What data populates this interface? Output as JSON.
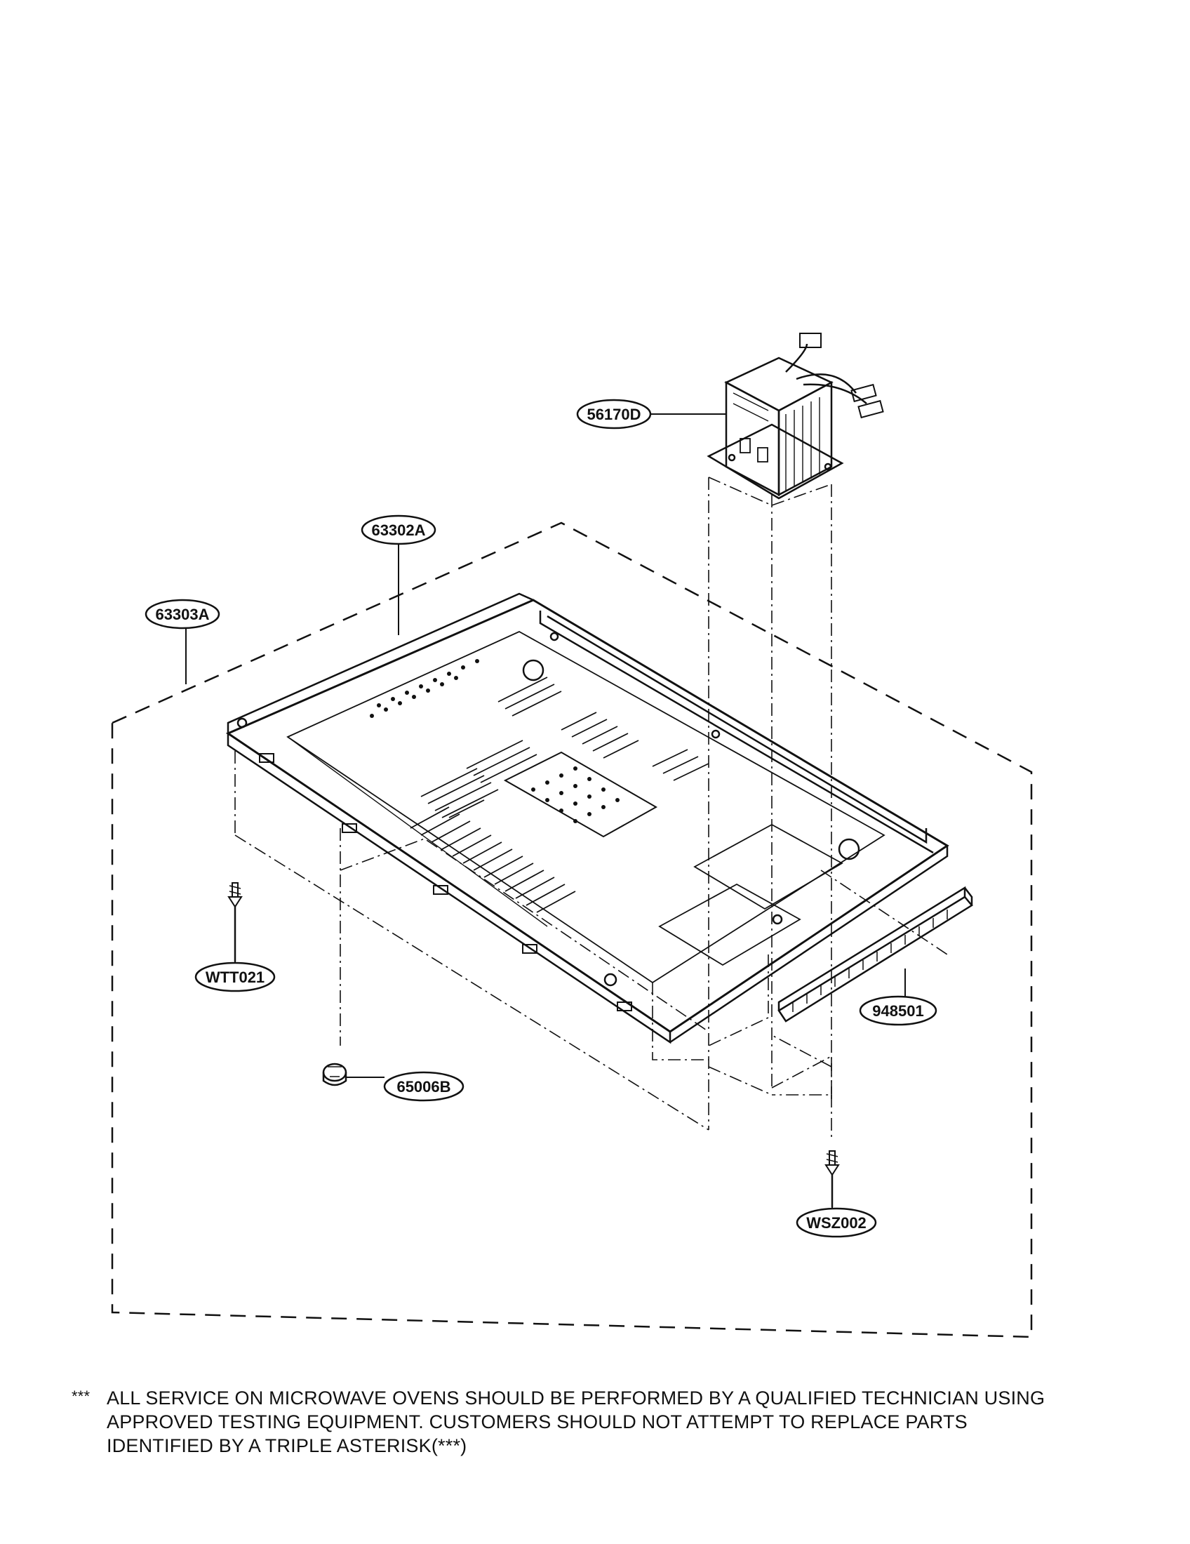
{
  "diagram": {
    "part_labels": [
      {
        "id": "56170D"
      },
      {
        "id": "63302A"
      },
      {
        "id": "63303A"
      },
      {
        "id": "WTT021"
      },
      {
        "id": "65006B"
      },
      {
        "id": "948501"
      },
      {
        "id": "WSZ002"
      }
    ]
  },
  "footnote": {
    "marker": "***",
    "lines": [
      "ALL SERVICE ON MICROWAVE OVENS SHOULD BE PERFORMED BY A QUALIFIED TECHNICIAN USING",
      "APPROVED TESTING EQUIPMENT. CUSTOMERS SHOULD NOT ATTEMPT TO REPLACE PARTS",
      "IDENTIFIED BY A TRIPLE ASTERISK(***)"
    ]
  }
}
